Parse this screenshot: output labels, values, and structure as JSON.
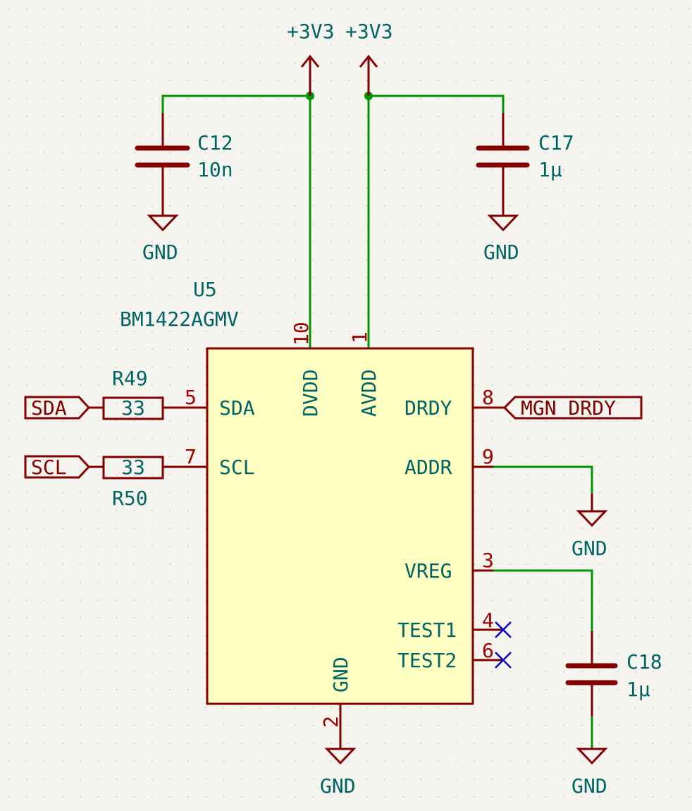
{
  "power": {
    "dvdd_net": "+3V3",
    "avdd_net": "+3V3",
    "gnd": "GND"
  },
  "u5": {
    "ref": "U5",
    "value": "BM1422AGMV",
    "pins": {
      "dvdd": {
        "name": "DVDD",
        "num": "10"
      },
      "avdd": {
        "name": "AVDD",
        "num": "1"
      },
      "sda": {
        "name": "SDA",
        "num": "5"
      },
      "scl": {
        "name": "SCL",
        "num": "7"
      },
      "drdy": {
        "name": "DRDY",
        "num": "8"
      },
      "addr": {
        "name": "ADDR",
        "num": "9"
      },
      "vreg": {
        "name": "VREG",
        "num": "3"
      },
      "test1": {
        "name": "TEST1",
        "num": "4"
      },
      "test2": {
        "name": "TEST2",
        "num": "6"
      },
      "gnd": {
        "name": "GND",
        "num": "2"
      }
    }
  },
  "c12": {
    "ref": "C12",
    "value": "10n"
  },
  "c17": {
    "ref": "C17",
    "value": "1µ"
  },
  "c18": {
    "ref": "C18",
    "value": "1µ"
  },
  "r49": {
    "ref": "R49",
    "value": "33"
  },
  "r50": {
    "ref": "R50",
    "value": "33"
  },
  "labels": {
    "sda": "SDA",
    "scl": "SCL",
    "drdy": "MGN_DRDY"
  },
  "colors": {
    "background": "#f5f4ef",
    "wire": "#009600",
    "component": "#840000",
    "body_fill": "#ffffc2",
    "text": "#006464",
    "no_connect": "#0000c8"
  }
}
